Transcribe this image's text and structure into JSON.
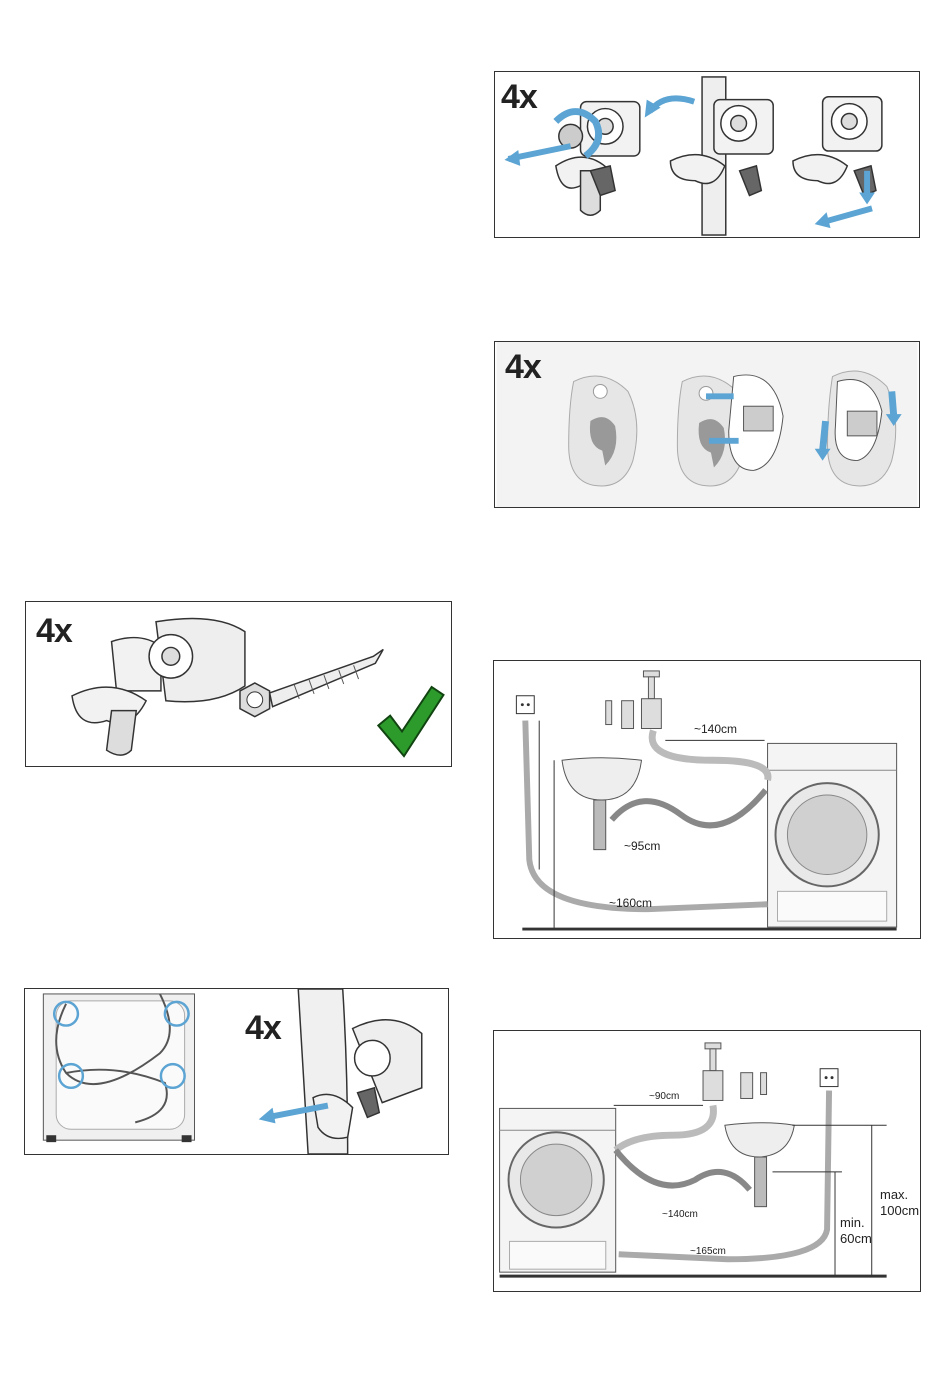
{
  "panel_remove_bolts": {
    "multiplier": "4x"
  },
  "panel_clip_covers": {
    "multiplier": "4x"
  },
  "panel_keep_parts": {
    "multiplier": "4x"
  },
  "panel_hose_holders": {
    "multiplier": "4x"
  },
  "panel_layout_right": {
    "labels": {
      "hose_top": "~140cm",
      "drain": "~95cm",
      "power": "~160cm"
    }
  },
  "panel_layout_left": {
    "labels": {
      "hose_top": "~90cm",
      "drain": "~140cm",
      "power": "~165cm",
      "max_height": "max.\n100cm",
      "min_height": "min.\n60cm"
    }
  },
  "colors": {
    "arrow_blue": "#5ba4d3",
    "check_green": "#2c9b2c",
    "line": "#333333"
  }
}
